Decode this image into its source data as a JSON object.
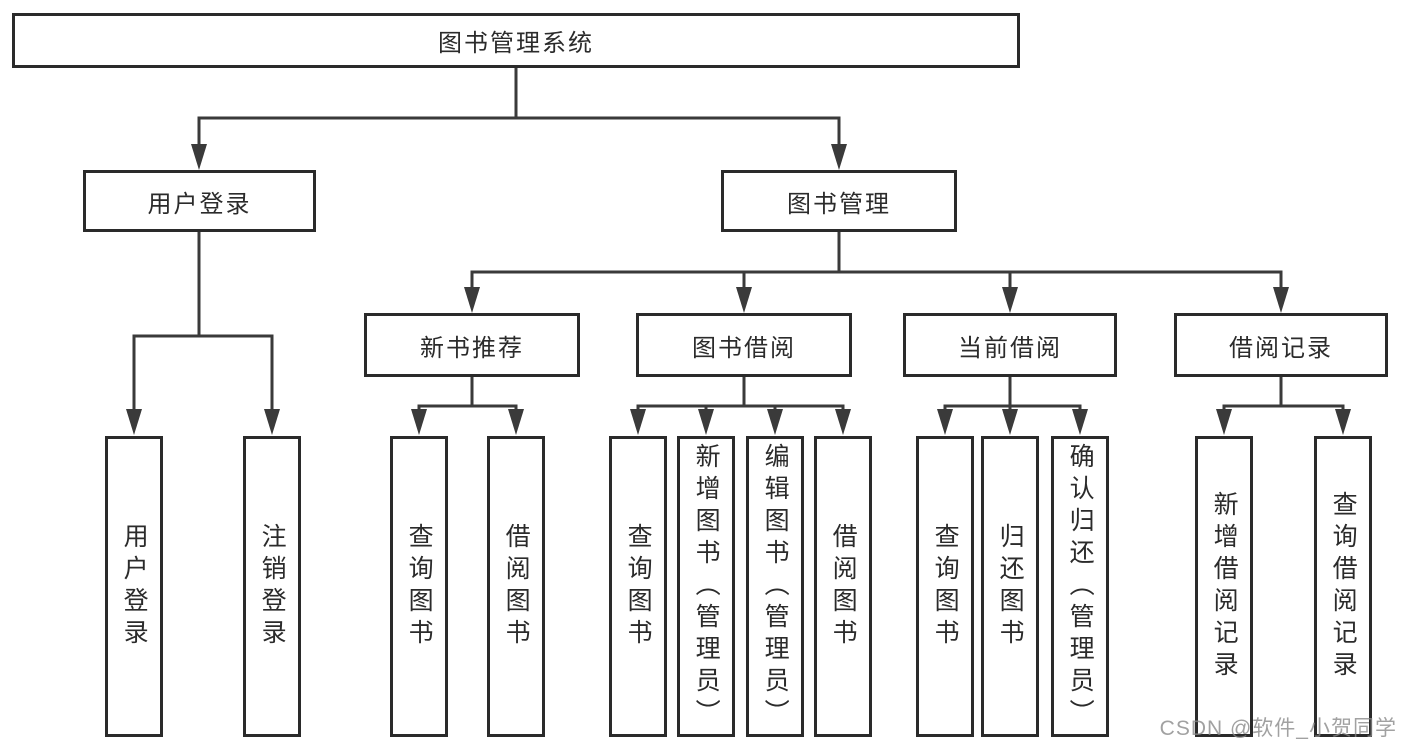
{
  "diagram": {
    "root": {
      "label": "图书管理系统"
    },
    "branches": [
      {
        "label": "用户登录",
        "children": [
          {
            "label": "用户登录"
          },
          {
            "label": "注销登录"
          }
        ]
      },
      {
        "label": "图书管理",
        "children": [
          {
            "label": "新书推荐",
            "children": [
              {
                "label": "查询图书"
              },
              {
                "label": "借阅图书"
              }
            ]
          },
          {
            "label": "图书借阅",
            "children": [
              {
                "label": "查询图书"
              },
              {
                "label": "新增图书（管理员）"
              },
              {
                "label": "编辑图书（管理员）"
              },
              {
                "label": "借阅图书"
              }
            ]
          },
          {
            "label": "当前借阅",
            "children": [
              {
                "label": "查询图书"
              },
              {
                "label": "归还图书"
              },
              {
                "label": "确认归还（管理员）"
              }
            ]
          },
          {
            "label": "借阅记录",
            "children": [
              {
                "label": "新增借阅记录"
              },
              {
                "label": "查询借阅记录"
              }
            ]
          }
        ]
      }
    ],
    "watermark": "CSDN @软件_小贺同学",
    "colors": {
      "line": "#3a3a3a",
      "box_border": "#2a2a2a",
      "box_background": "#ffffff",
      "text": "#2b2b2b",
      "watermark": "#878787"
    }
  }
}
